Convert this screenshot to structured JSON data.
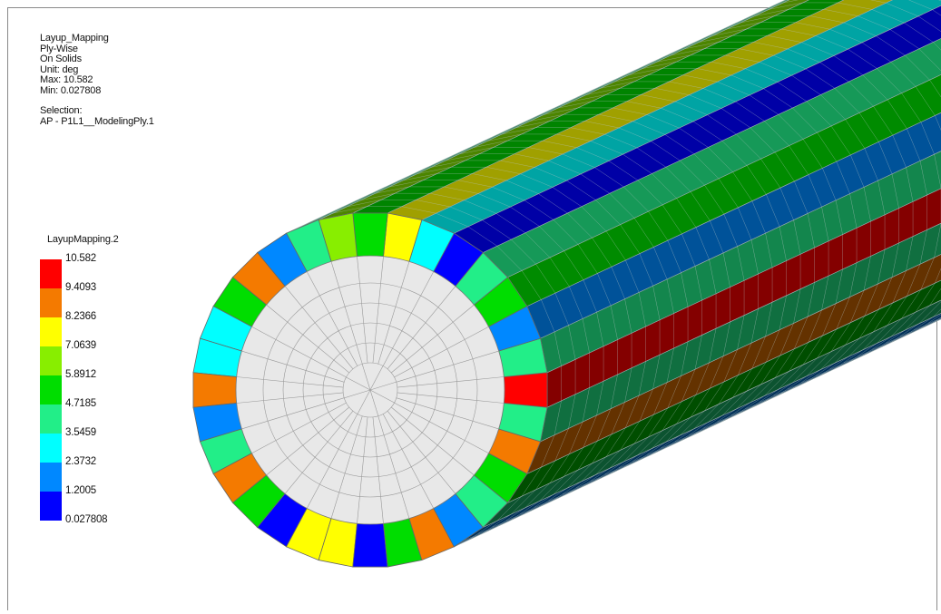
{
  "info": {
    "result_name": "Layup_Mapping",
    "mode": "Ply-Wise",
    "location": "On Solids",
    "unit": "Unit: deg",
    "max": "Max: 10.582",
    "min": "Min: 0.027808",
    "selection_label": "Selection:",
    "selection_value": "AP - P1L1__ModelingPly.1"
  },
  "legend": {
    "title": "LayupMapping.2",
    "values": [
      "10.582",
      "9.4093",
      "8.2366",
      "7.0639",
      "5.8912",
      "4.7185",
      "3.5459",
      "2.3732",
      "1.2005",
      "0.027808"
    ],
    "colors": [
      "#ff0000",
      "#f47a00",
      "#ffff00",
      "#88ee00",
      "#00dd00",
      "#22ee88",
      "#00ffff",
      "#0088ff",
      "#0000ff"
    ]
  },
  "model": {
    "description_icon": "cylinder-mesh",
    "ring_colors": [
      "#ff0000",
      "#22ee88",
      "#0088ff",
      "#f47a00",
      "#88ee00",
      "#ffff00",
      "#0000ff",
      "#00dd00",
      "#00ffff"
    ],
    "inner_face_color": "#e8e8e8"
  }
}
